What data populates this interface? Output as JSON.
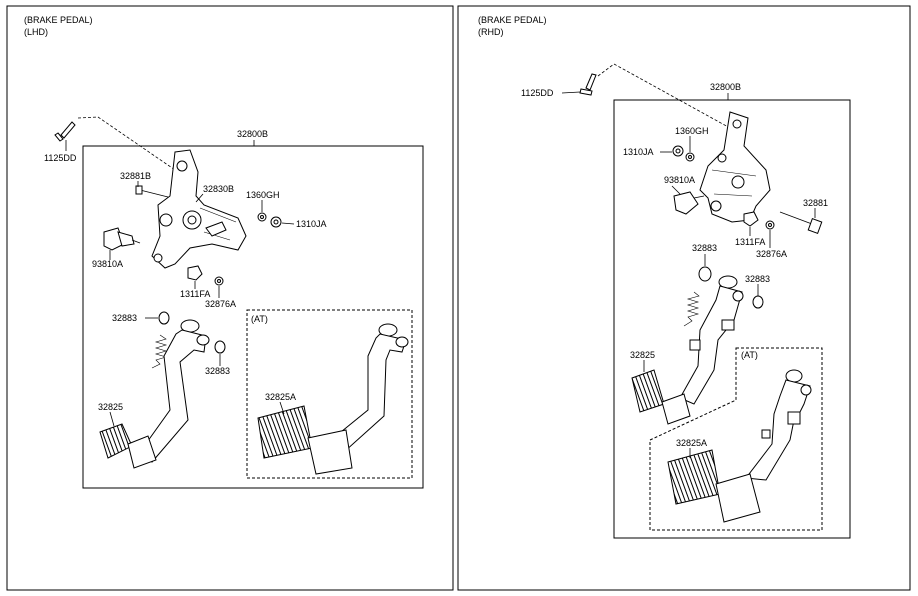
{
  "lhd": {
    "title": "(BRAKE PEDAL)",
    "subtitle": "(LHD)",
    "at": "(AT)",
    "parts": {
      "p1125DD": "1125DD",
      "p32800B": "32800B",
      "p32881B": "32881B",
      "p32830B": "32830B",
      "p1360GH": "1360GH",
      "p1310JA": "1310JA",
      "p93810A": "93810A",
      "p1311FA": "1311FA",
      "p32876A": "32876A",
      "p32883a": "32883",
      "p32883b": "32883",
      "p32825": "32825",
      "p32825A": "32825A"
    }
  },
  "rhd": {
    "title": "(BRAKE PEDAL)",
    "subtitle": "(RHD)",
    "at": "(AT)",
    "parts": {
      "p1125DD": "1125DD",
      "p32800B": "32800B",
      "p1360GH": "1360GH",
      "p1310JA": "1310JA",
      "p93810A": "93810A",
      "p32881": "32881",
      "p1311FA": "1311FA",
      "p32876A": "32876A",
      "p32883a": "32883",
      "p32883b": "32883",
      "p32825": "32825",
      "p32825A": "32825A"
    }
  }
}
